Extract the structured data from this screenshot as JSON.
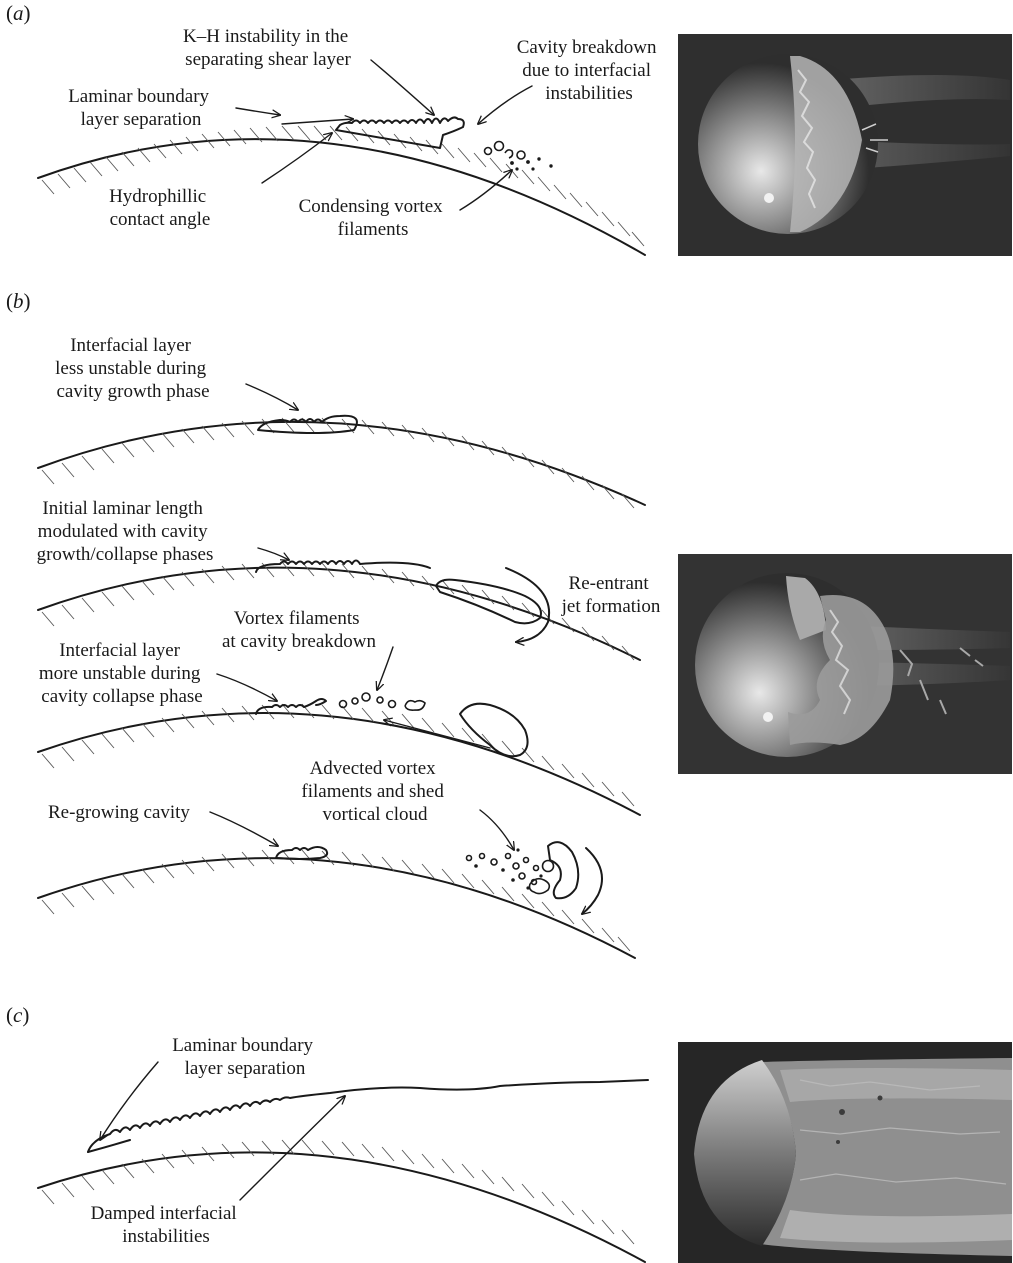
{
  "panels": {
    "a": {
      "label_letter": "a",
      "labels": {
        "kh": [
          "K–H instability in the",
          "separating shear layer"
        ],
        "breakdown": [
          "Cavity breakdown",
          "due to interfacial",
          "instabilities"
        ],
        "laminar": [
          "Laminar boundary",
          "layer separation"
        ],
        "hydro": [
          "Hydrophillic",
          "contact angle"
        ],
        "condensing": [
          "Condensing vortex",
          "filaments"
        ]
      }
    },
    "b": {
      "label_letter": "b",
      "labels": {
        "less": [
          "Interfacial layer",
          "less unstable during",
          "cavity growth phase"
        ],
        "initial": [
          "Initial laminar length",
          "modulated with cavity",
          "growth/collapse phases"
        ],
        "reentrant": [
          "Re-entrant",
          "jet formation"
        ],
        "vortexbreak": [
          "Vortex filaments",
          "at cavity breakdown"
        ],
        "more": [
          "Interfacial layer",
          "more unstable during",
          "cavity collapse phase"
        ],
        "advected": [
          "Advected vortex",
          "filaments and shed",
          "vortical cloud"
        ],
        "regrowing": [
          "Re-growing cavity"
        ]
      }
    },
    "c": {
      "label_letter": "c",
      "labels": {
        "laminar": [
          "Laminar boundary",
          "layer separation"
        ],
        "damped": [
          "Damped interfacial",
          "instabilities"
        ]
      }
    }
  }
}
